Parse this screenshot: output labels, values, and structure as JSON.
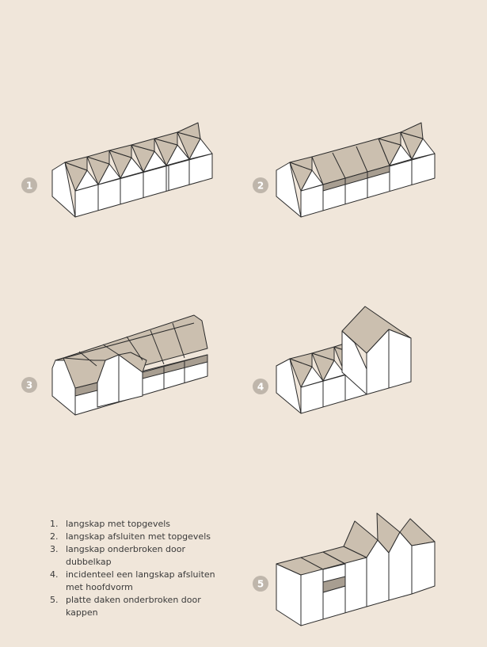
{
  "figure": {
    "badges": [
      "1",
      "2",
      "3",
      "4",
      "5"
    ]
  },
  "legend": {
    "items": [
      {
        "num": "1.",
        "text": "langskap met topgevels"
      },
      {
        "num": "2.",
        "text": "langskap afsluiten met topgevels"
      },
      {
        "num": "3.",
        "text": "langskap onderbroken door dubbelkap"
      },
      {
        "num": "4.",
        "text": "incidenteel een langskap afsluiten met hoofdvorm"
      },
      {
        "num": "5.",
        "text": "platte daken onderbroken door kappen"
      }
    ]
  },
  "colors": {
    "background": "#f0e6da",
    "roof": "#cbbfaf",
    "band": "#a89e91",
    "wall": "#ffffff",
    "outline": "#2b2b2b",
    "badge": "#bfb6ab"
  }
}
